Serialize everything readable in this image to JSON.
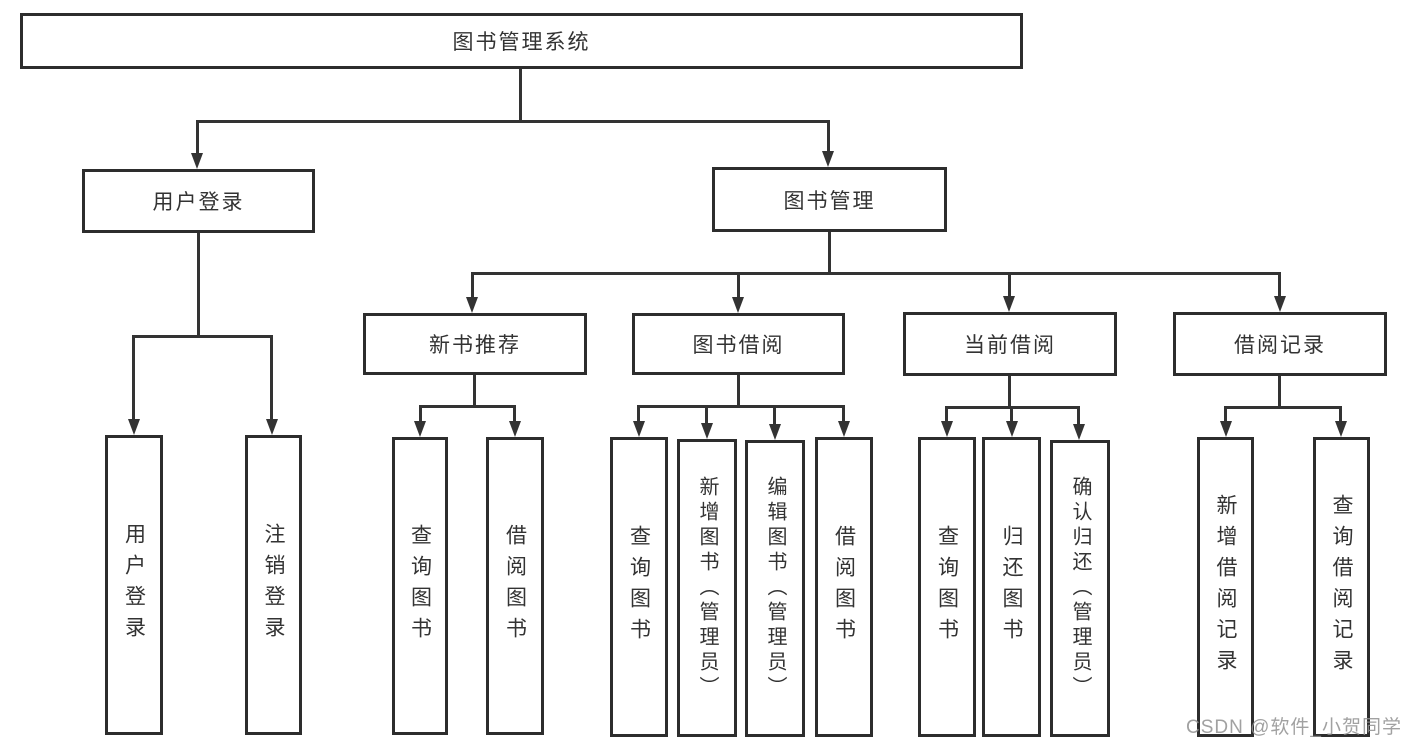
{
  "diagram": {
    "title": "图书管理系统",
    "root": {
      "label": "图书管理系统"
    },
    "level2": [
      {
        "label": "用户登录"
      },
      {
        "label": "图书管理"
      }
    ],
    "level3": [
      {
        "label": "新书推荐"
      },
      {
        "label": "图书借阅"
      },
      {
        "label": "当前借阅"
      },
      {
        "label": "借阅记录"
      }
    ],
    "leaves": {
      "user_login": [
        "用户登录",
        "注销登录"
      ],
      "new_book": [
        "查询图书",
        "借阅图书"
      ],
      "book_borrow": [
        "查询图书",
        "新增图书（管理员）",
        "编辑图书（管理员）",
        "借阅图书"
      ],
      "current_borrow": [
        "查询图书",
        "归还图书",
        "确认归还（管理员）"
      ],
      "borrow_records": [
        "新增借阅记录",
        "查询借阅记录"
      ]
    },
    "colors": {
      "line": "#333333",
      "border": "#2d2d2d",
      "text": "#333333",
      "background": "#ffffff",
      "watermark": "#919191"
    },
    "watermark": "CSDN @软件_小贺同学"
  }
}
